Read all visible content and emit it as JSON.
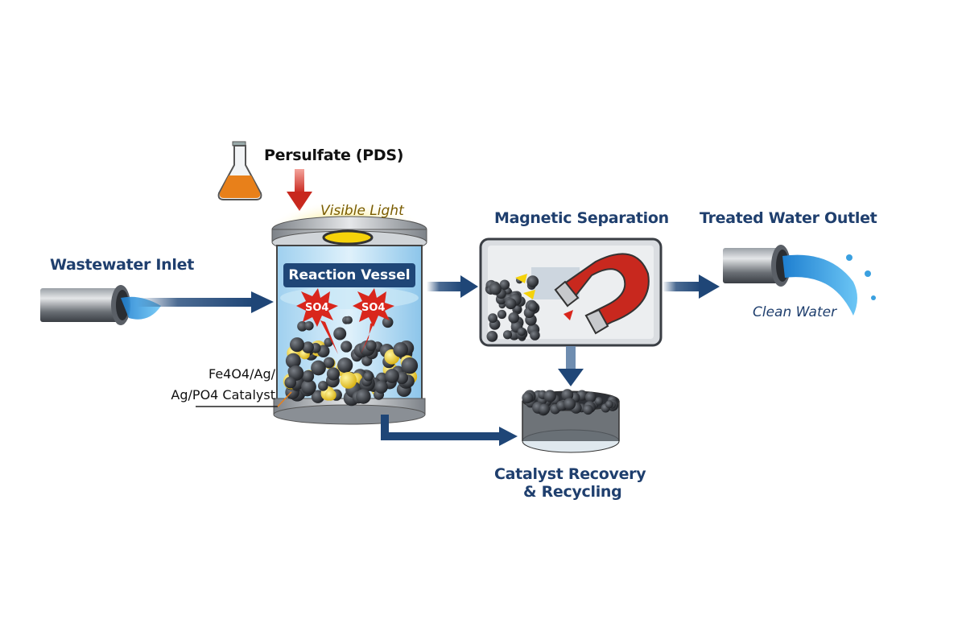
{
  "title": "Fe4O4/Ag/Ag3PO4 Photocatalytic Persulfate Wastewater Treatment Process",
  "labels": {
    "inlet": "Wastewater Inlet",
    "persulfate": "Persulfate (PDS)",
    "light": "Visible Light",
    "vessel": "Reaction Vessel",
    "radical_1": "SO4",
    "radical_2": "SO4",
    "radical_sub": "4",
    "catalyst_line1": "Fe4O4/Ag/",
    "catalyst_line2": "Ag/PO4 Catalyst",
    "separation": "Magnetic Separation",
    "outlet": "Treated Water Outlet",
    "clean_water": "Clean Water",
    "recovery_line1": "Catalyst Recovery",
    "recovery_line2": "& Recycling"
  },
  "colors": {
    "arrow": "#1f4677",
    "label": "#1f3f6e",
    "radical": "#d9261c",
    "water": "#3aa0e0",
    "light": "#f5d20a",
    "reagent": "#e8801a",
    "magnet": "#c8281e"
  }
}
